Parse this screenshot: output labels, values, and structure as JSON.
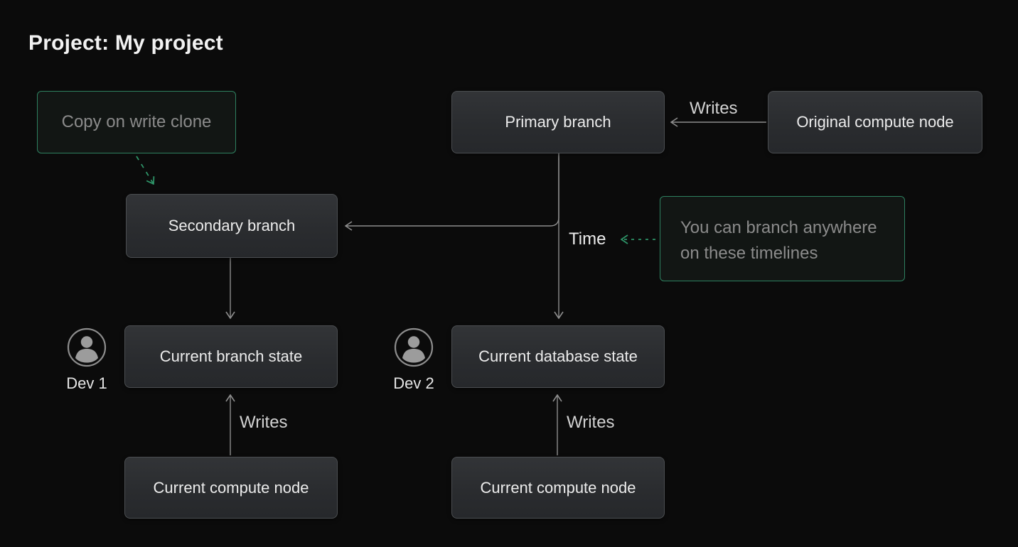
{
  "title": "Project: My project",
  "nodes": {
    "primary": "Primary branch",
    "secondary": "Secondary branch",
    "original_compute": "Original compute node",
    "branch_state": "Current branch state",
    "database_state": "Current database state",
    "compute_left": "Current compute node",
    "compute_right": "Current compute node"
  },
  "callouts": {
    "copy_on_write": "Copy on write clone",
    "branch_anywhere": {
      "line1": "You can branch anywhere",
      "line2": "on these timelines"
    }
  },
  "edge_labels": {
    "writes_original": "Writes",
    "writes_left": "Writes",
    "writes_right": "Writes",
    "time": "Time"
  },
  "actors": {
    "dev1": "Dev 1",
    "dev2": "Dev 2"
  },
  "colors": {
    "background": "#0b0b0b",
    "node_border": "#4b4e51",
    "green_accent": "#2e8160",
    "line_gray": "#8e8e8e",
    "muted_text": "#8b8b8b"
  }
}
